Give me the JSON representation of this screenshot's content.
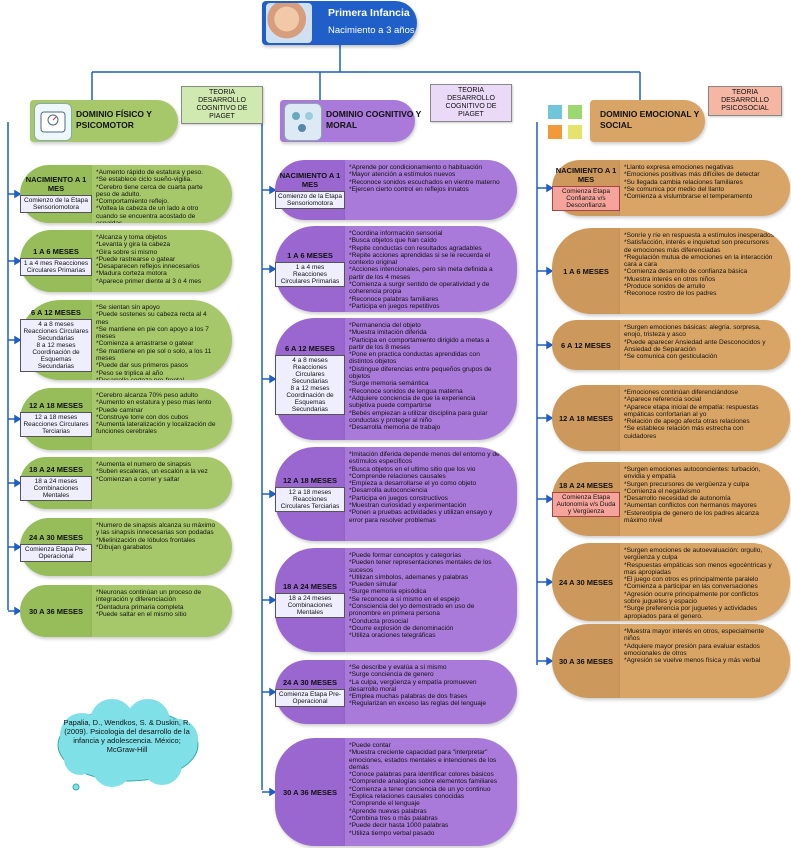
{
  "title": {
    "main": "Primera Infancia",
    "sub": "Nacimiento a 3 años"
  },
  "colors": {
    "blue": "#1f5fc7",
    "green": "#a6c86a",
    "purple": "#a97ad9",
    "tan": "#d9a567"
  },
  "fisico": {
    "header": "DOMINIO FÍSICO Y PSICOMOTOR",
    "theory": "TEORIA DESARROLLO COGNITIVO DE PIAGET",
    "rows": [
      {
        "age": "NACIMIENTO A 1 MES",
        "sub": "Comienzo de la Etapa Sensoriomotora",
        "desc": "*Aumento rápido de estatura y peso.\n*Se establece ciclo sueño-vigilia.\n*Cerebro tiene cerca de cuarta parte peso de adulto.\n*Comportamiento reflejo.\n*Voltea la cabeza de un lado a otro cuando se encuentra acostado de espaldas"
      },
      {
        "age": "1 A 6 MESES",
        "sub": "1 a 4 mes Reacciones Circulares Primarias",
        "desc": "*Alcanza y toma objetos\n*Levanta y gira la cabeza\n*Gira sobre si mismo\n*Puede rastrearse o gatear\n*Desaparecen reflejos innecesarios\n*Madura corteza motora\n*Aparece primer diente al 3 ó 4 mes"
      },
      {
        "age": "6 A 12 MESES",
        "sub": "4 a 8 meses Reacciones Circulares Secundarias\n8 a 12 meses Coordinación de Esquemas Secundarias",
        "desc": "*Se sientan sin apoyo\n*Puede sostenes su cabeza recta al 4 mes\n*Se mantiene en pie con apoyo a los 7 meses\n*Comienza a arrastrarse o gatear\n*Se mantiene en pie sol o solo, a los 11 meses\n*Puede dar sus primeros pasos\n*Peso se triplica al año\n*Desarrollo corteza pre-frontal"
      },
      {
        "age": "12 A 18 MESES",
        "sub": "12 a 18 meses Reacciones Circulares Terciarias",
        "desc": "*Cerebro alcanza 70% peso adulto\n*Aumento en estatura y peso mas lento\n*Puede caminar\n*Construye torre con dos cubos\n*Aumenta lateralización y localización de funciones cerebrales"
      },
      {
        "age": "18 A 24 MESES",
        "sub": "18 a 24 meses Combinaciones Mentales",
        "desc": "*Aumenta el numero de sinapsis\n*Suben escaleras, un escalón a la vez\n*Comienzan a correr y saltar"
      },
      {
        "age": "24 A 30 MESES",
        "sub": "Comienza Etapa Pre-Operacional",
        "desc": "*Numero de sinapsis alcanza su máximo y las sinapsis innecesarias son podadas\n*Mielinización de lóbulos frontales\n*Dibujan garabatos"
      },
      {
        "age": "30 A 36 MESES",
        "sub": "",
        "desc": "*Neuronas continúan un proceso de integración y diferenciación\n*Dentadura primaria completa\n*Puede saltar en el mismo sitio"
      }
    ]
  },
  "cognitivo": {
    "header": "DOMINIO COGNITIVO Y MORAL",
    "theory": "TEORIA DESARROLLO COGNITIVO DE PIAGET",
    "rows": [
      {
        "age": "NACIMIENTO A 1 MES",
        "sub": "Comienzo de la Etapa Sensoriomotora",
        "desc": "*Aprende por condicionamiento o habituación\n*Mayor atención a estímulos nuevos\n*Reconoce sonidos escuchados en vientre materno\n*Ejercen cierto control en reflejos innatos"
      },
      {
        "age": "1 A 6 MESES",
        "sub": "1 a 4 mes Reacciones Circulares Primarias",
        "desc": "*Coordina información sensorial\n*Busca objetos que han caído\n*Repite conductas con resultados agradables\n*Repite acciones aprendidas si se le recuerda el contexto original\n*Acciones intencionales, pero sin meta definida a partir de los 4 meses\n*Comienza a surgir sentido de operatividad y de coherencia propia\n*Reconoce palabras familiares\n*Participa en juegos repetitivos"
      },
      {
        "age": "6 A 12 MESES",
        "sub": "4 a 8 meses Reacciones Circulares Secundarias\n8 a 12 meses Coordinación de Esquemas Secundarias",
        "desc": "*Permanencia del objeto\n*Muestra imitación diferida\n*Participa en comportamiento dirigido a metas a partir de los 8 meses\n*Pone en practica conductas aprendidas con distintos objetos\n*Distingue diferencias entre pequeños grupos de objetos\n*Surge memoria semántica\n*Reconoce sonidos de lengua materna\n*Adquiere conciencia de que la experiencia subjetiva puede compartirse\n*Bebés empiezan a utilizar disciplina para guiar conductas y proteger al niño\n*Desarrolla memoria de trabajo"
      },
      {
        "age": "12 A 18 MESES",
        "sub": "12 a 18 meses Reacciones Circulares Terciarias",
        "desc": "*Imitación diferida depende menos del entorno y de estímulos específicos\n*Busca objetos en el ultimo sitio que los vio\n*Comprende relaciones causales\n*Empieza a desarrollarse el yo como objeto\n*Desarrolla autoconciencia\n*Participa en juegos constructivos\n*Muestran curiosidad y experimentación\n*Ponen a pruebas actividades y utilizan ensayo y error para resolver problemas"
      },
      {
        "age": "18 A 24 MESES",
        "sub": "18 a 24 meses Combinaciones Mentales",
        "desc": "*Puede formar conceptos y categorías\n*Pueden tener representaciones mentales de los sucesos\n*Utilizan símbolos, ademanes y palabras\n*Pueden simular\n*Surge memoria episódica\n*Se reconoce a sí mismo en el espejo\n*Consciencia del yo demostrado en uso de pronombre en primera persona\n*Conducta prosocial\n*Ocurre explosión de denominación\n*Utiliza oraciones telegráficas"
      },
      {
        "age": "24 A 30 MESES",
        "sub": "Comienza Etapa Pre-Operacional",
        "desc": "*Se describe y evalúa a sí mismo\n*Surge conciencia de genero\n*La culpa, vergüenza y empatía promueven desarrollo moral\n*Emplea muchas palabras de dos frases\n*Regularizan en exceso las reglas del lenguaje"
      },
      {
        "age": "30 A 36 MESES",
        "sub": "",
        "desc": "*Puede contar\n*Muestra creciente capacidad para \"interpretar\" emociones, estados mentales e intenciones de los demás\n*Conoce palabras para identificar colores básicos\n*Comprende analogías sobre elementos familiares\n*Comienza a tener conciencia de un yo continuo\n*Explica relaciones causales conocidas\n*Comprende el lenguaje\n*Aprende nuevas palabras\n*Combina tres o más palabras\n*Puede decir hasta 1000 palabras\n*Utiliza tiempo verbal pasado"
      }
    ]
  },
  "emocional": {
    "header": "DOMINIO EMOCIONAL Y SOCIAL",
    "theory": "TEORIA DESARROLLO PSICOSOCIAL",
    "rows": [
      {
        "age": "NACIMIENTO A 1 MES",
        "sub": "Comienza Etapa Confianza v/s Desconfianza",
        "desc": "*Llanto expresa emociones negativas\n*Emociones positivas más difíciles de detectar\n*Su llegada cambia relaciones familiares\n*Se comunica por medio del llanto\n*Comienza a vislumbrarse el temperamento"
      },
      {
        "age": "1 A 6 MESES",
        "sub": "",
        "desc": "*Sonríe y ríe en respuesta a estímulos inesperados\n*Satisfacción, interés e inquietud son precursores de emociones más diferenciadas\n*Regulación mutua de emociones en la interacción cara a cara\n*Comienza desarrollo de confianza básica\n*Muestra interés en otros niños\n*Produce sonidos de arrullo\n*Reconoce rostro de los padres"
      },
      {
        "age": "6 A 12 MESES",
        "sub": "",
        "desc": "*Surgen emociones básicas: alegría. sorpresa, enojo, tristeza y asco\n*Puede aparecer Ansiedad ante Desconocidos y Ansiedad de Separación\n*Se comunica con gesticulación"
      },
      {
        "age": "12 A 18 MESES",
        "sub": "",
        "desc": "*Emociones continúan diferenciándose\n*Aparece referencia social\n*Aparece etapa inicial de empatía: respuestas empáticas confortarian al yo\n*Relación de apego afecta otras relaciones\n*Se establece relación más estrecha con cuidadores"
      },
      {
        "age": "18 A 24 MESES",
        "sub": "Comienza Etapa Autonomía v/s Duda y Vergüenza",
        "desc": "*Surgen emociones autoconcientes: turbación, envidia y empatía\n*Surgen precursores de vergüenza y culpa\n*Comienza el negativismo\n*Desarrollo necesidad de autonomía\n*Aumentan conflictos con hermanos mayores\n*Estereotipia de genero de los padres alcanza máximo nivel"
      },
      {
        "age": "24 A 30 MESES",
        "sub": "",
        "desc": "*Surgen emociones de autoevaluación: orgullo, vergüenza y culpa\n*Respuestas empáticas son menos egocéntricas y mas apropiadas\n*El juego con otros es principalmente paralelo\n*Comienza a participar en las conversaciones\n*Agresión ocurre principalmente por conflictos sobre juguetes y espacio\n*Surge preferencia por juguetes y actividades apropiados para el genero."
      },
      {
        "age": "30 A 36 MESES",
        "sub": "",
        "desc": "*Muestra mayor interés en otros, especialmente niños\n*Adquiere mayor presión para evaluar estados emocionales de otros\n*Agresión se vuelve menos física y más verbal"
      }
    ]
  },
  "reference": "Papalia, D., Wendkos, S. & Duskin, R. (2009). Psicologia del desarrollo de la infancia y adolescencia. México; McGraw-Hill"
}
